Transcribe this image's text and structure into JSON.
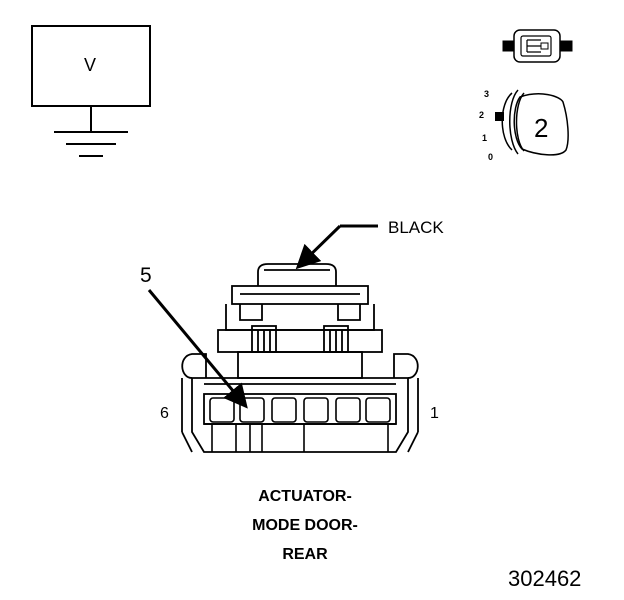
{
  "voltmeter": {
    "label": "V"
  },
  "selector": {
    "positions": [
      "3",
      "2",
      "1",
      "0"
    ],
    "setting": "2"
  },
  "connector": {
    "color_callout": "BLACK",
    "pin_callout": "5",
    "end_pin_left": "6",
    "end_pin_right": "1",
    "title_lines": [
      "ACTUATOR-",
      "MODE DOOR-",
      "REAR"
    ]
  },
  "figure_number": "302462"
}
